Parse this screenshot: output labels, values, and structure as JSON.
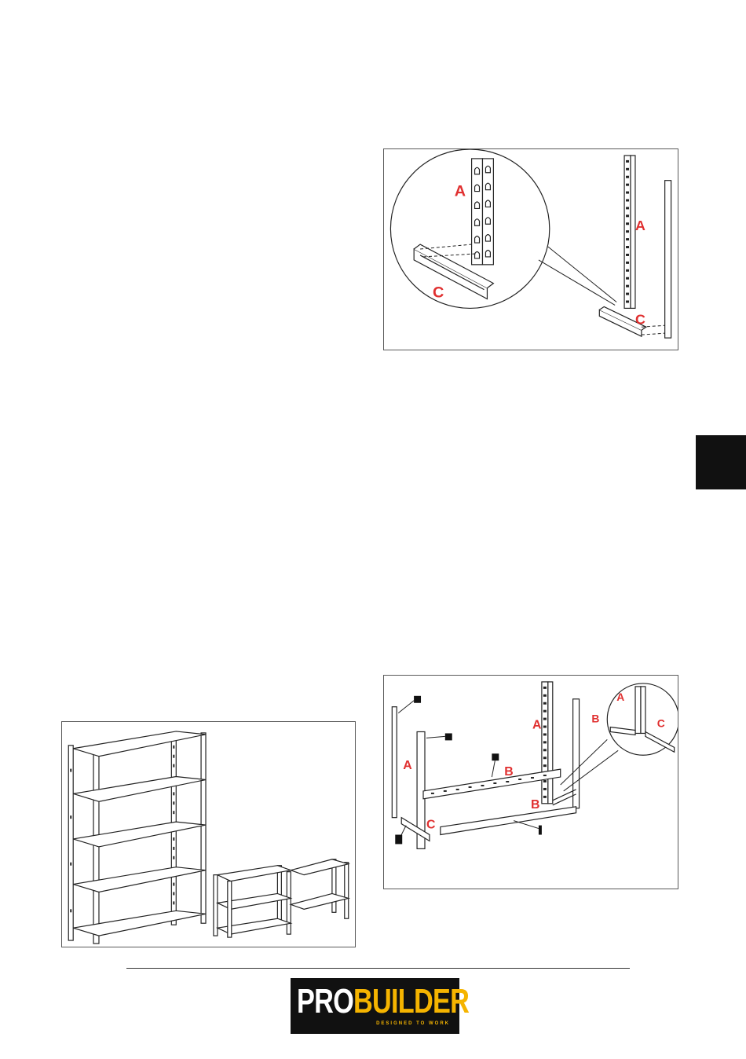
{
  "figures": {
    "upright_assembly": {
      "labels": {
        "upright_zoom": "A",
        "upright": "A",
        "rail_zoom": "C",
        "rail": "C"
      }
    },
    "frame_assembly": {
      "labels": {
        "upright_left": "A",
        "upright_right": "A",
        "zoom_a": "A",
        "zoom_b": "B",
        "zoom_c": "C",
        "beam_top": "B",
        "beam_bottom": "B",
        "rail": "C"
      }
    },
    "configurations": {}
  },
  "logo": {
    "pro": "PRO",
    "builder": "BUILDER",
    "tagline": "DESIGNED TO WORK"
  },
  "colors": {
    "label_red": "#e03030",
    "logo_yellow": "#f5b400",
    "logo_black": "#111111",
    "tab_black": "#111111"
  }
}
